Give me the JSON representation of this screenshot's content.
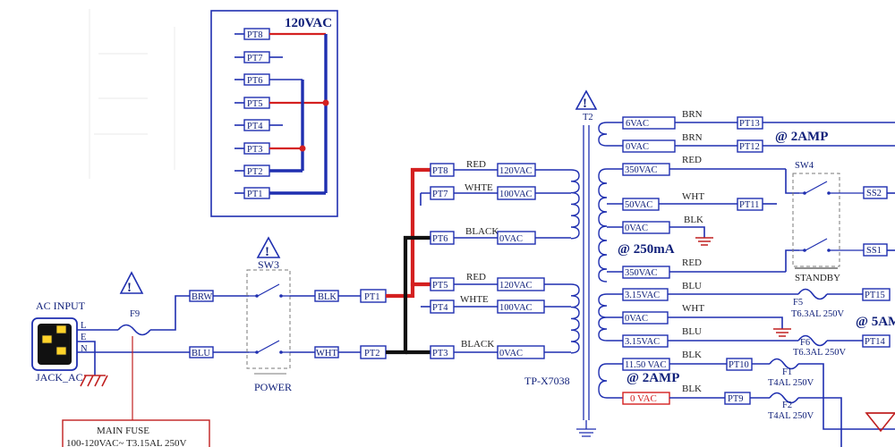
{
  "jumper_block": {
    "title": "120VAC",
    "taps": [
      "PT8",
      "PT7",
      "PT6",
      "PT5",
      "PT4",
      "PT3",
      "PT2",
      "PT1"
    ]
  },
  "ac_input": {
    "label": "AC INPUT",
    "pins": [
      "L",
      "E",
      "N"
    ],
    "jack": "JACK_AC"
  },
  "fuse_main": {
    "ref": "F9"
  },
  "main_fuse_note": {
    "title": "MAIN FUSE",
    "rating": "100-120VAC~ T3.15AL 250V"
  },
  "primary_wires": [
    "BRW",
    "BLU",
    "BLK",
    "WHT"
  ],
  "power_switch": {
    "ref": "SW3",
    "label": "POWER"
  },
  "primary_pins": [
    "PT1",
    "PT2"
  ],
  "transformer": {
    "ref": "T2",
    "model": "TP-X7038",
    "primary_taps": [
      {
        "pin": "PT8",
        "color": "RED",
        "voltage": "120VAC"
      },
      {
        "pin": "PT7",
        "color": "WHTE",
        "voltage": "100VAC"
      },
      {
        "pin": "PT6",
        "color": "BLACK",
        "voltage": "0VAC"
      },
      {
        "pin": "PT5",
        "color": "RED",
        "voltage": "120VAC"
      },
      {
        "pin": "PT4",
        "color": "WHTE",
        "voltage": "100VAC"
      },
      {
        "pin": "PT3",
        "color": "BLACK",
        "voltage": "0VAC"
      }
    ]
  },
  "secondary": {
    "taps": [
      {
        "voltage": "6VAC",
        "color": "BRN",
        "pin": "PT13"
      },
      {
        "voltage": "0VAC",
        "color": "BRN",
        "pin": "PT12"
      },
      {
        "voltage": "350VAC",
        "color": "RED",
        "pin": ""
      },
      {
        "voltage": "50VAC",
        "color": "WHT",
        "pin": "PT11"
      },
      {
        "voltage": "0VAC",
        "color": "BLK",
        "pin": ""
      },
      {
        "voltage": "350VAC",
        "color": "RED",
        "pin": ""
      },
      {
        "voltage": "3.15VAC",
        "color": "BLU",
        "pin": ""
      },
      {
        "voltage": "0VAC",
        "color": "WHT",
        "pin": ""
      },
      {
        "voltage": "3.15VAC",
        "color": "BLU",
        "pin": "PT14"
      },
      {
        "voltage": "11.50 VAC",
        "color": "BLK",
        "pin": "PT10"
      },
      {
        "voltage": "0 VAC",
        "color": "BLK",
        "pin": "PT9"
      }
    ],
    "current_notes": [
      "@ 2AMP",
      "@ 250mA",
      "@ 5AM",
      "@ 2AMP"
    ],
    "standby_switch": {
      "ref": "SW4",
      "label": "STANDBY",
      "pins": [
        "SS2",
        "SS1"
      ]
    },
    "fuses": [
      {
        "ref": "F5",
        "rating": "T6.3AL 250V",
        "pin": "PT15"
      },
      {
        "ref": "F6",
        "rating": "T6.3AL 250V",
        "pin": "PT14"
      },
      {
        "ref": "F1",
        "rating": "T4AL 250V"
      },
      {
        "ref": "F2",
        "rating": "T4AL 250V"
      }
    ]
  },
  "warning_symbol": "!",
  "colors": {
    "wire": "#1f2fb0",
    "live": "#d42020",
    "neutral_bus": "#111111",
    "text": "#10207a"
  }
}
